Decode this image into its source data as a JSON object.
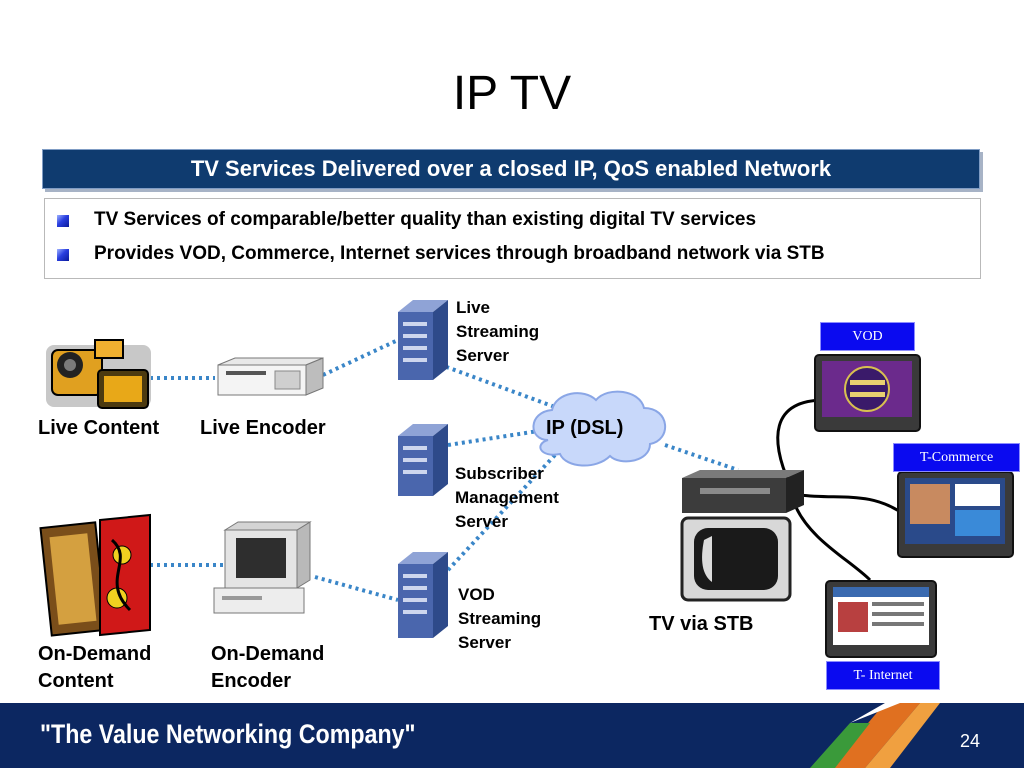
{
  "title": "IP TV",
  "banner": "TV Services Delivered over a closed IP, QoS enabled Network",
  "bullets": [
    "TV Services of comparable/better quality than existing digital TV services",
    "Provides VOD, Commerce, Internet services through broadband network via STB"
  ],
  "labels": {
    "live_content": "Live Content",
    "live_encoder": "Live Encoder",
    "ondemand_content_1": "On-Demand",
    "ondemand_content_2": "Content",
    "ondemand_encoder_1": "On-Demand",
    "ondemand_encoder_2": "Encoder",
    "live_server_1": "Live",
    "live_server_2": "Streaming",
    "live_server_3": "Server",
    "sub_server_1": "Subscriber",
    "sub_server_2": "Management",
    "sub_server_3": "Server",
    "vod_server_1": "VOD",
    "vod_server_2": "Streaming",
    "vod_server_3": "Server",
    "ip_cloud": "IP (DSL)",
    "tv_stb": "TV via STB"
  },
  "tags": {
    "vod": "VOD",
    "tcommerce": "T-Commerce",
    "tinternet": "T- Internet"
  },
  "footer": {
    "slogan": "\"The Value Networking Company\"",
    "page_number": "24"
  },
  "colors": {
    "banner": "#0f3b6f",
    "footer": "#0c2761",
    "tag": "#0a0af0",
    "connector": "#3a86c8"
  }
}
